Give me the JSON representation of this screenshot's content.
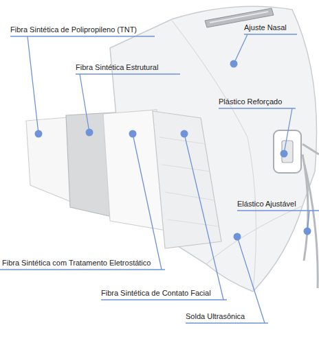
{
  "diagram": {
    "labels": [
      "Fibra Sintética de Polipropileno (TNT)",
      "Ajuste Nasal",
      "Fibra Sintética Estrutural",
      "Plástico Reforçado",
      "Elástico Ajustável",
      "Fibra Sintética com Tratamento Eletrostático",
      "Fibra Sintética de Contato Facial",
      "Solda Ultrasônica"
    ]
  }
}
